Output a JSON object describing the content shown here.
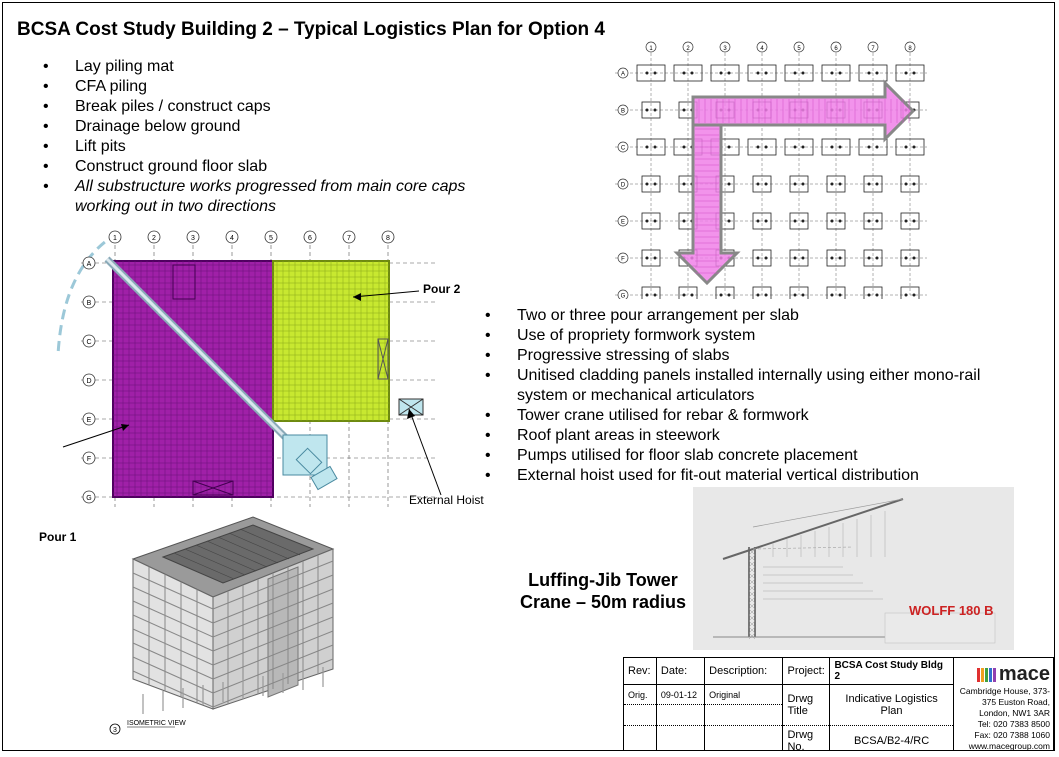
{
  "title": "BCSA Cost Study Building 2 – Typical Logistics Plan for Option 4",
  "left_bullets": [
    {
      "text": "Lay piling mat"
    },
    {
      "text": "CFA piling"
    },
    {
      "text": "Break piles / construct caps"
    },
    {
      "text": "Drainage below ground"
    },
    {
      "text": "Lift pits"
    },
    {
      "text": "Construct ground floor slab"
    },
    {
      "text": "All substructure works progressed from main core caps working out in two directions",
      "italic": true
    }
  ],
  "right_bullets": [
    "Two or three pour arrangement per slab",
    "Use of propriety formwork system",
    "Progressive stressing of slabs",
    "Unitised cladding panels installed internally using either mono-rail system or mechanical articulators",
    "Tower crane utilised for rebar & formwork",
    "Roof plant areas in steework",
    "Pumps utilised for floor slab concrete placement",
    "External hoist used for fit-out material vertical distribution"
  ],
  "plan_labels": {
    "pour1": "Pour 1",
    "pour2": "Pour 2",
    "external_hoist": "External Hoist",
    "isometric": "ISOMETRIC VIEW",
    "iso_num": "3"
  },
  "grid_cols": [
    "1",
    "2",
    "3",
    "4",
    "5",
    "6",
    "7",
    "8"
  ],
  "grid_rows": [
    "A",
    "B",
    "C",
    "D",
    "E",
    "F",
    "G"
  ],
  "crane": {
    "caption_line1": "Luffing-Jib Tower",
    "caption_line2": "Crane – 50m radius",
    "model": "WOLFF 180 B"
  },
  "title_block": {
    "rev_h": "Rev:",
    "date_h": "Date:",
    "desc_h": "Description:",
    "project_h": "Project:",
    "project_v": "BCSA Cost Study Bldg 2",
    "rev_v": "Orig.",
    "date_v": "09-01-12",
    "desc_v": "Original",
    "drwg_title_h": "Drwg Title",
    "drwg_title_v": "Indicative Logistics Plan",
    "drwg_no_h": "Drwg No.",
    "drwg_no_v": "BCSA/B2-4/RC",
    "company": "mace",
    "address": "Cambridge House, 373-375 Euston Road, London, NW1 3AR",
    "tel": "Tel: 020 7383 8500",
    "fax": "Fax: 020 7388 1060",
    "web": "www.macegroup.com"
  },
  "colors": {
    "pour1": "#a020a8",
    "pour2": "#c8e830",
    "arrow": "#f080e8",
    "crane": "#bfe6ee"
  }
}
